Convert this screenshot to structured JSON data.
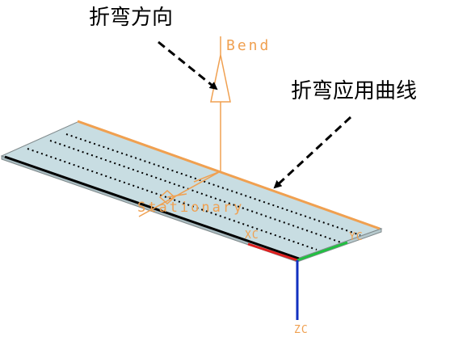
{
  "callouts": {
    "bend_direction": "折弯方向",
    "bend_curve": "折弯应用曲线"
  },
  "cad_labels": {
    "bend": "Bend",
    "stationary": "Stationary"
  },
  "axes": {
    "xc": "XC",
    "yc": "YC",
    "zc": "ZC"
  },
  "colors": {
    "plate_fill": "#c8dde2",
    "plate_edge": "#808a8c",
    "bend_line": "#f0a050",
    "dotted_line": "#000000",
    "xc_axis": "#e02020",
    "yc_axis": "#20c040",
    "zc_axis": "#1030c0",
    "arrow": "#000000"
  }
}
